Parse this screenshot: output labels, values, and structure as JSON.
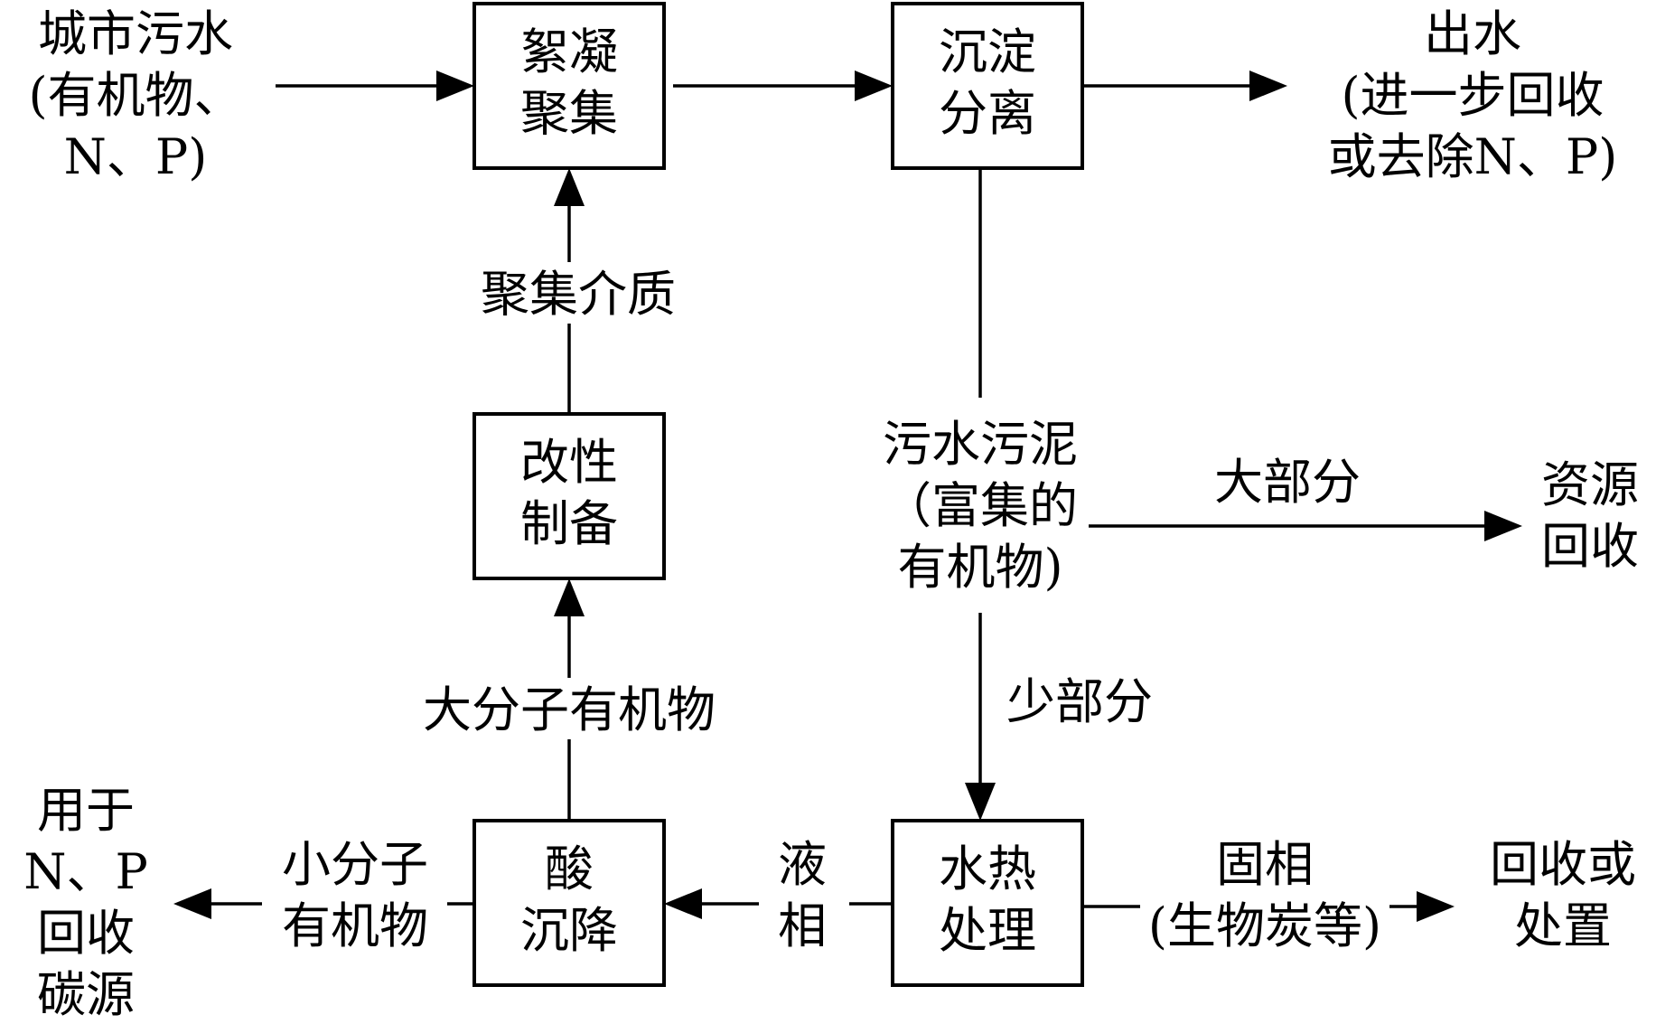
{
  "nodes": {
    "sewage_input": [
      "城市污水",
      "(有机物、",
      "N、P)"
    ],
    "flocculation": [
      "絮凝",
      "聚集"
    ],
    "sedimentation": [
      "沉淀",
      "分离"
    ],
    "effluent": [
      "出水",
      "(进一步回收",
      "或去除N、P)"
    ],
    "modified_prep": [
      "改性",
      "制备"
    ],
    "sludge": [
      "污水污泥",
      "（富集的",
      "有机物)"
    ],
    "resource_recovery": [
      "资源",
      "回收"
    ],
    "acid_precip": [
      "酸",
      "沉降"
    ],
    "hydrothermal": [
      "水热",
      "处理"
    ],
    "np_recovery": [
      "用于",
      "N、P",
      "回收",
      "碳源"
    ],
    "disposal": [
      "回收或",
      "处置"
    ]
  },
  "labels": {
    "aggregation_medium": "聚集介质",
    "macro_organics": "大分子有机物",
    "majority": "大部分",
    "minority": "少部分",
    "liquid_phase": [
      "液",
      "相"
    ],
    "small_organics": [
      "小分子",
      "有机物"
    ],
    "solid_phase": [
      "固相",
      "(生物炭等)"
    ]
  },
  "colors": {
    "stroke": "#000000",
    "background": "#ffffff"
  }
}
